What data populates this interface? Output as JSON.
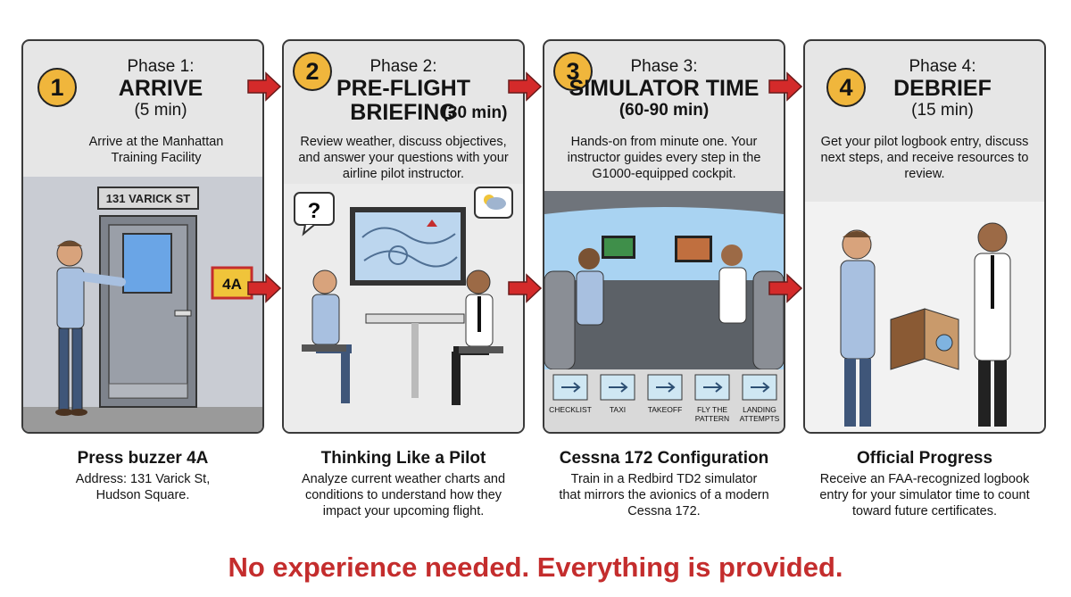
{
  "phases": [
    {
      "number": "1",
      "phase": "Phase 1:",
      "name": "ARRIVE",
      "time": "(5 min)",
      "description": "Arrive at the Manhattan Training Facility",
      "sign": "131 VARICK ST",
      "buzzer": "4A",
      "title": "Press buzzer 4A",
      "body": "Address: 131 Varick St, Hudson Square."
    },
    {
      "number": "2",
      "phase": "Phase 2:",
      "name": "PRE-FLIGHT BRIEFING",
      "time": "(30 min)",
      "description": "Review weather, discuss objectives, and answer your questions with your airline pilot instructor.",
      "bubble": "?",
      "title": "Thinking Like a Pilot",
      "body": "Analyze current weather charts and conditions to understand how they impact your upcoming flight."
    },
    {
      "number": "3",
      "phase": "Phase 3:",
      "name": "SIMULATOR TIME",
      "time": "(60-90 min)",
      "description": "Hands-on from minute one. Your instructor guides every step in the G1000-equipped cockpit.",
      "steps": [
        "CHECKLIST",
        "TAXI",
        "TAKEOFF",
        "FLY THE PATTERN",
        "LANDING ATTEMPTS"
      ],
      "title": "Cessna 172 Configuration",
      "body": "Train in a Redbird TD2 simulator that mirrors the avionics of a modern Cessna 172."
    },
    {
      "number": "4",
      "phase": "Phase 4:",
      "name": "DEBRIEF",
      "time": "(15 min)",
      "description": "Get your pilot logbook entry, discuss next steps, and receive resources to review.",
      "title": "Official Progress",
      "body": "Receive an FAA-recognized logbook entry for your simulator time to count toward future certificates."
    }
  ],
  "footer": "No experience needed. Everything is provided.",
  "colors": {
    "accent_red": "#d42a2a",
    "badge_gold": "#f0b63c",
    "panel_bg": "#e6e6e6",
    "footer_red": "#c42d2d"
  },
  "icons": [
    "number-badge",
    "flow-arrow-icon",
    "door-icon",
    "buzzer-icon",
    "weather-chart-icon",
    "question-bubble-icon",
    "weather-cloud-icon",
    "cockpit-icon",
    "checklist-icon",
    "taxi-icon",
    "takeoff-icon",
    "pattern-icon",
    "landing-icon",
    "logbook-icon"
  ]
}
